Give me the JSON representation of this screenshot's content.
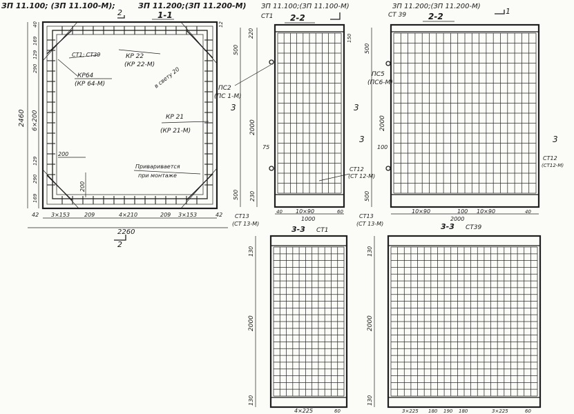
{
  "header": {
    "ref_left": "ЗП 11.100; (ЗП 11.100-М);",
    "ref_mid": "ЗП 11.200;(ЗП 11.200-М)",
    "ref_right_a": "ЗП 11.100;(ЗП 11.100-М)",
    "ref_right_b": "ЗП 11.200;(ЗП 11.200-М)"
  },
  "plan": {
    "section_title": "1-1",
    "cut_mark": "2",
    "label_st1": "СТ1; СТ39",
    "label_kp22": "КР 22",
    "label_kp22m": "(КР 22-М)",
    "label_kp64": "КР64",
    "label_kp64m": "(КР 64-М)",
    "label_vsvetu": "в свету 20",
    "label_kp21": "КР 21",
    "label_kp21m": "(КР 21-М)",
    "label_priv": "Приваривается",
    "label_priv2": "при монтаже",
    "dim_total_h": "2460",
    "dim_mid": "6×200",
    "dim_40": "40",
    "dim_169": "169",
    "dim_129": "129",
    "dim_290": "290",
    "dim_200a": "200",
    "dim_200b": "200",
    "dim_12": "12",
    "dim_42": "42",
    "dim_3x153": "3×153",
    "dim_209": "209",
    "dim_4x210": "4×210",
    "dim_total_w": "2260"
  },
  "sec22a": {
    "title": "2-2",
    "st1": "СТ1",
    "ps2": "ПС2",
    "ps2m": "(ПС 1-М)",
    "cut": "3",
    "dim_500a": "500",
    "dim_220": "220",
    "dim_2000": "2000",
    "dim_75": "75",
    "dim_500b": "500",
    "dim_230": "230",
    "dim_40": "40",
    "dim_150": "150",
    "dim_10x90": "10×90",
    "dim_1000": "1000",
    "dim_60": "60",
    "st13": "СТ13",
    "st13m": "(СТ 13-М)",
    "st12": "СТ12",
    "st12m": "(СТ 12-М)"
  },
  "sec22b": {
    "title": "2-2",
    "st39": "СТ 39",
    "ps5": "ПС5",
    "ps5m": "(ПС6-М)",
    "cut": "1",
    "cut3": "3",
    "dim_500a": "500",
    "dim_2000": "2000",
    "dim_100": "100",
    "dim_500b": "500",
    "dim_2000w": "2000",
    "dim_10x90a": "10×90",
    "dim_100b": "100",
    "dim_10x90b": "10×90",
    "dim_40": "40",
    "st12": "СТ12",
    "st12m": "(СТ12-М)"
  },
  "sec33a": {
    "title": "3-3",
    "st": "СТ1",
    "dim_130a": "130",
    "dim_2000": "2000",
    "dim_130b": "130",
    "dim_4x225": "4×225",
    "dim_60": "60"
  },
  "sec33b": {
    "title": "3-3",
    "st": "СТ39",
    "dim_130a": "130",
    "dim_2000": "2000",
    "dim_130b": "130",
    "dim_3x225a": "3×225",
    "dim_180a": "180",
    "dim_190": "190",
    "dim_180b": "180",
    "dim_3x225b": "3×225",
    "dim_60": "60"
  }
}
